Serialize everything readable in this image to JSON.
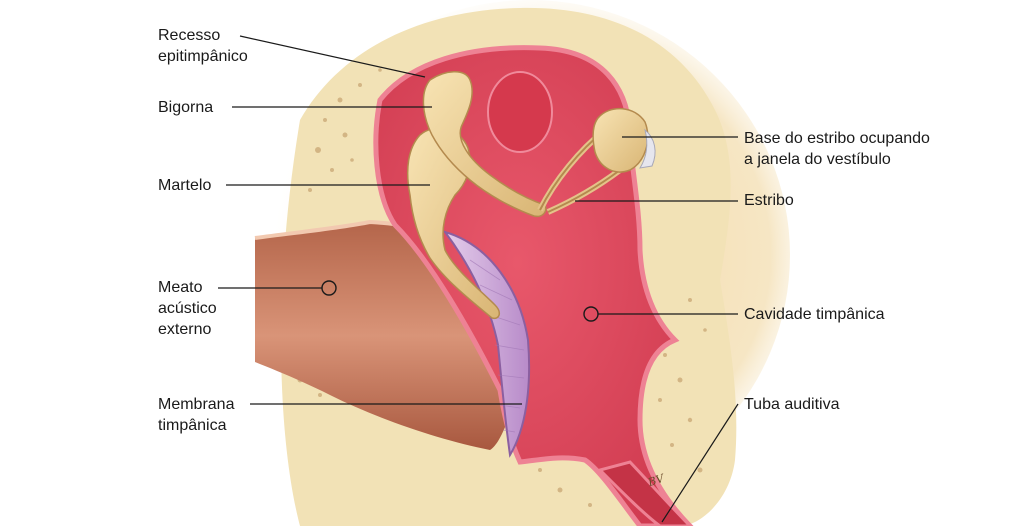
{
  "labels": {
    "recesso_epitimpanico": "Recesso\nepitimpânico",
    "bigorna": "Bigorna",
    "martelo": "Martelo",
    "meato_acustico_externo": "Meato\nacústico\nexterno",
    "membrana_timpanica": "Membrana\ntimpânica",
    "base_do_estribo": "Base do estribo ocupando\na janela do vestíbulo",
    "estribo": "Estribo",
    "cavidade_timpanica": "Cavidade timpânica",
    "tuba_auditiva": "Tuba auditiva"
  },
  "signature": "BV",
  "colors": {
    "bone": "#f2e2b6",
    "bone_speckle": "#c9a774",
    "cavity": "#df4a5e",
    "mucosa": "#ee8294",
    "canal": "#c9795e",
    "membrane": "#c9a2d8",
    "ossicle": "#f2d79a",
    "leader_line": "#1a1a1a"
  }
}
